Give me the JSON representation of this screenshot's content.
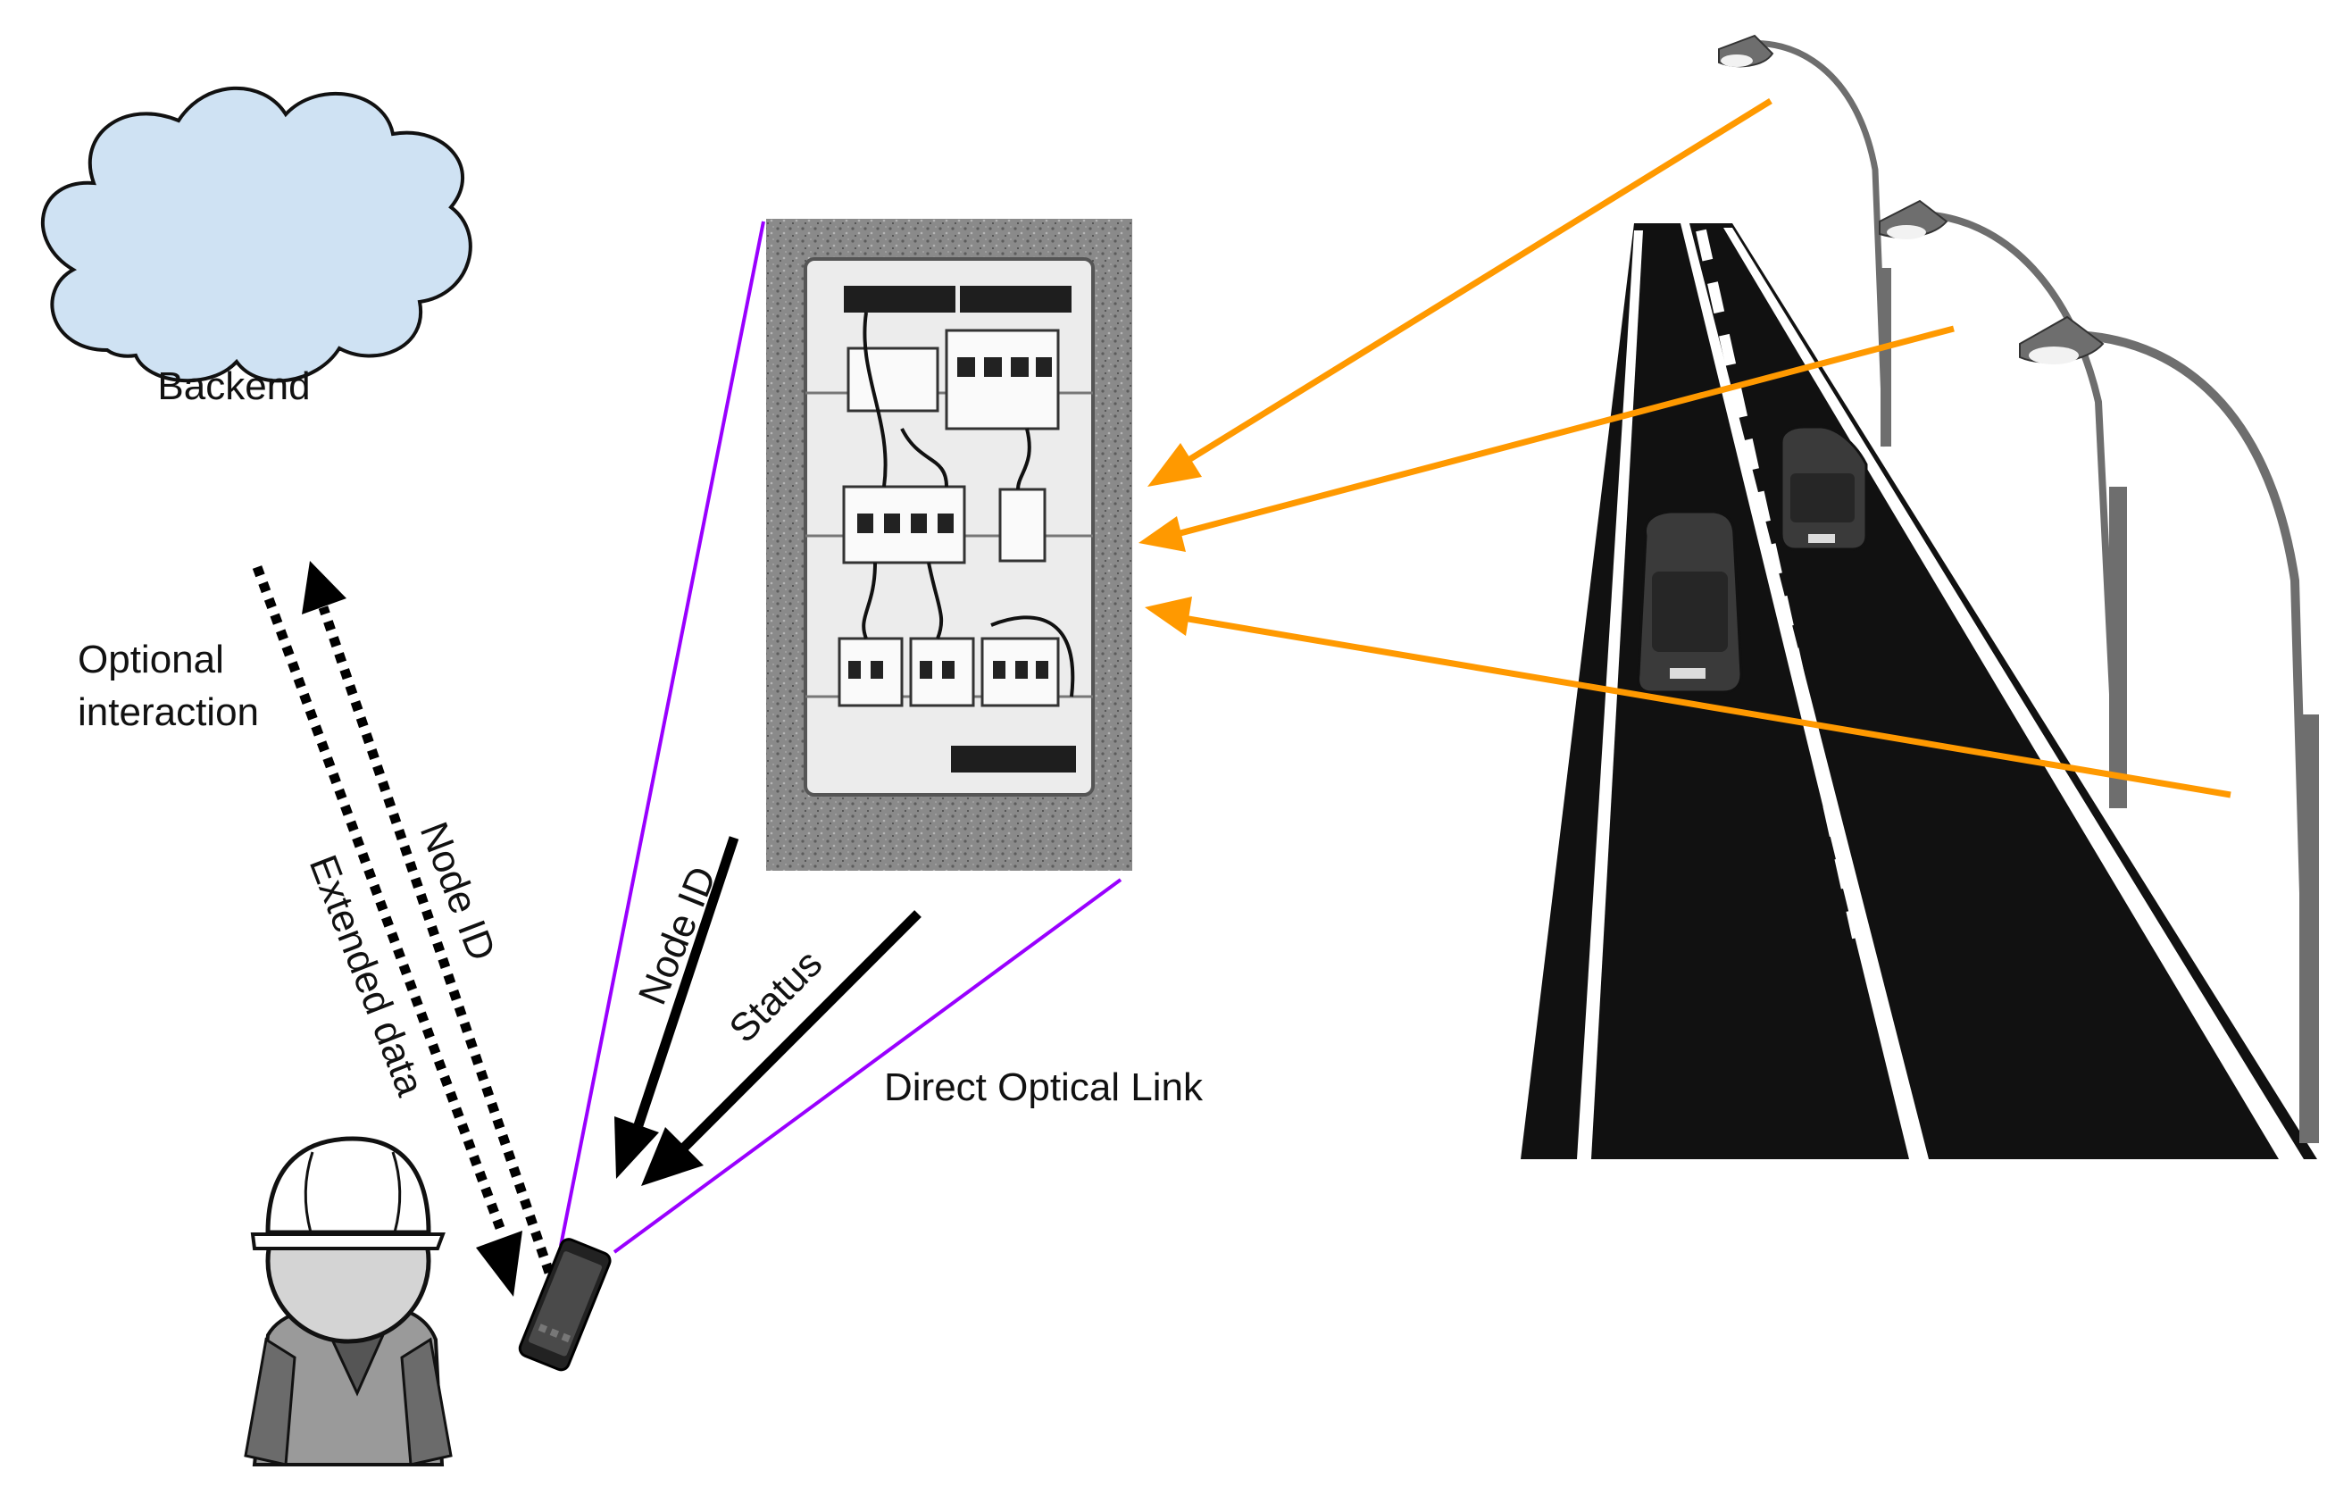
{
  "backend": {
    "label": "Backend"
  },
  "labels": {
    "optional_line1": "Optional",
    "optional_line2": "interaction",
    "node_id_backend": "Node ID",
    "extended_data": "Extended data",
    "node_id_cabinet": "Node ID",
    "status": "Status",
    "direct_optical_link": "Direct Optical Link"
  },
  "colors": {
    "cloud_fill": "#cfe2f3",
    "cloud_stroke": "#111111",
    "optical_link": "#9900ff",
    "light_beam": "#ff9900",
    "road": "#111111",
    "lane_marking": "#ffffff",
    "pole": "#6e6e6e"
  },
  "icons": {
    "cloud": "cloud-icon",
    "worker": "worker-icon",
    "phone": "smartphone-icon",
    "cabinet": "electrical-cabinet-icon",
    "street_lamp": "street-lamp-icon",
    "car": "car-icon",
    "road": "road-icon"
  }
}
